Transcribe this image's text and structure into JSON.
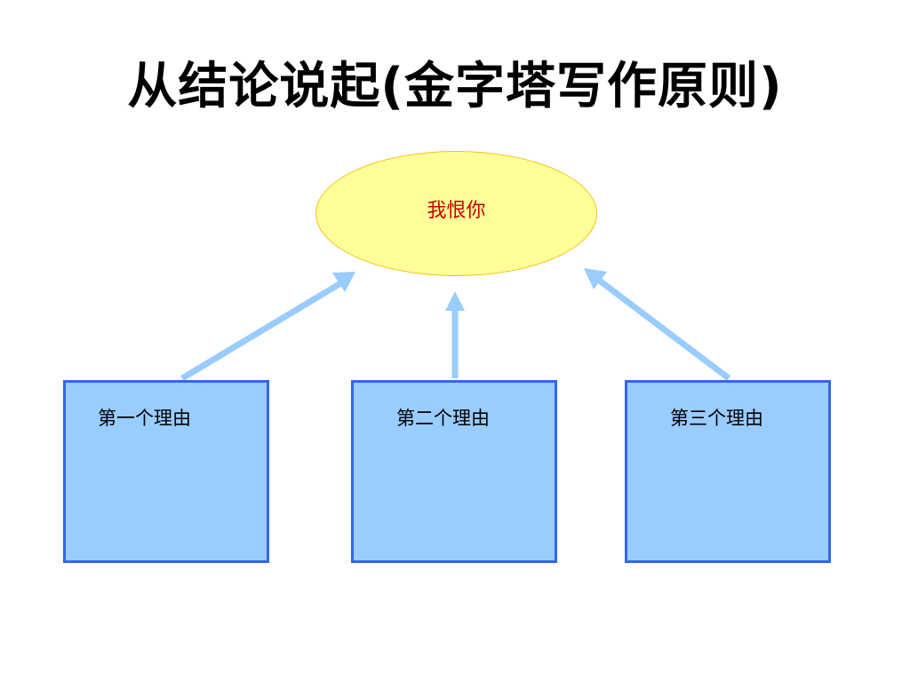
{
  "slide": {
    "title": "从结论说起(金字塔写作原则)"
  },
  "diagram": {
    "conclusion": "我恨你",
    "reasons": [
      {
        "label": "第一个理由"
      },
      {
        "label": "第二个理由"
      },
      {
        "label": "第三个理由"
      }
    ]
  },
  "colors": {
    "conclusion_fill": "#ffff99",
    "conclusion_border": "#f2c21a",
    "conclusion_text": "#cc0000",
    "reason_fill": "#99ccff",
    "reason_border": "#3366ee",
    "arrow": "#99ccff"
  }
}
